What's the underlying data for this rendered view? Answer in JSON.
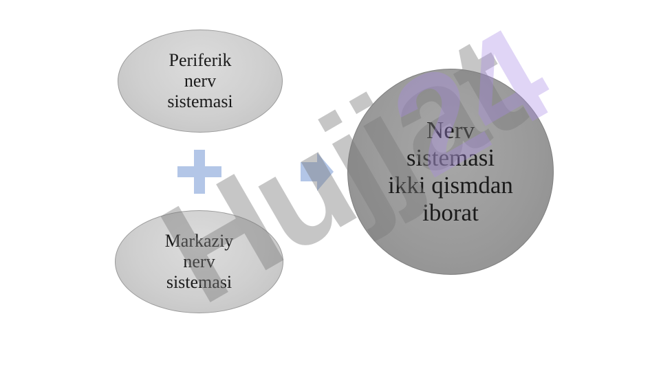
{
  "diagram": {
    "top_node": {
      "lines": [
        "Periferik",
        "nerv",
        "sistemasi"
      ]
    },
    "bottom_node": {
      "lines": [
        "Markaziy",
        "nerv",
        "sistemasi"
      ]
    },
    "result_node": {
      "lines": [
        "Nerv",
        "sistemasi",
        "ikki qismdan",
        "iborat"
      ]
    },
    "operator_plus": "plus-icon",
    "operator_arrow": "arrow-right-icon"
  },
  "watermark": {
    "text": "Hujjat 24",
    "color": "#8d8d8d",
    "accent_color": "#c9b6f2"
  },
  "colors": {
    "plus": "#b3c6e7",
    "arrow": "#b3c6e7"
  }
}
